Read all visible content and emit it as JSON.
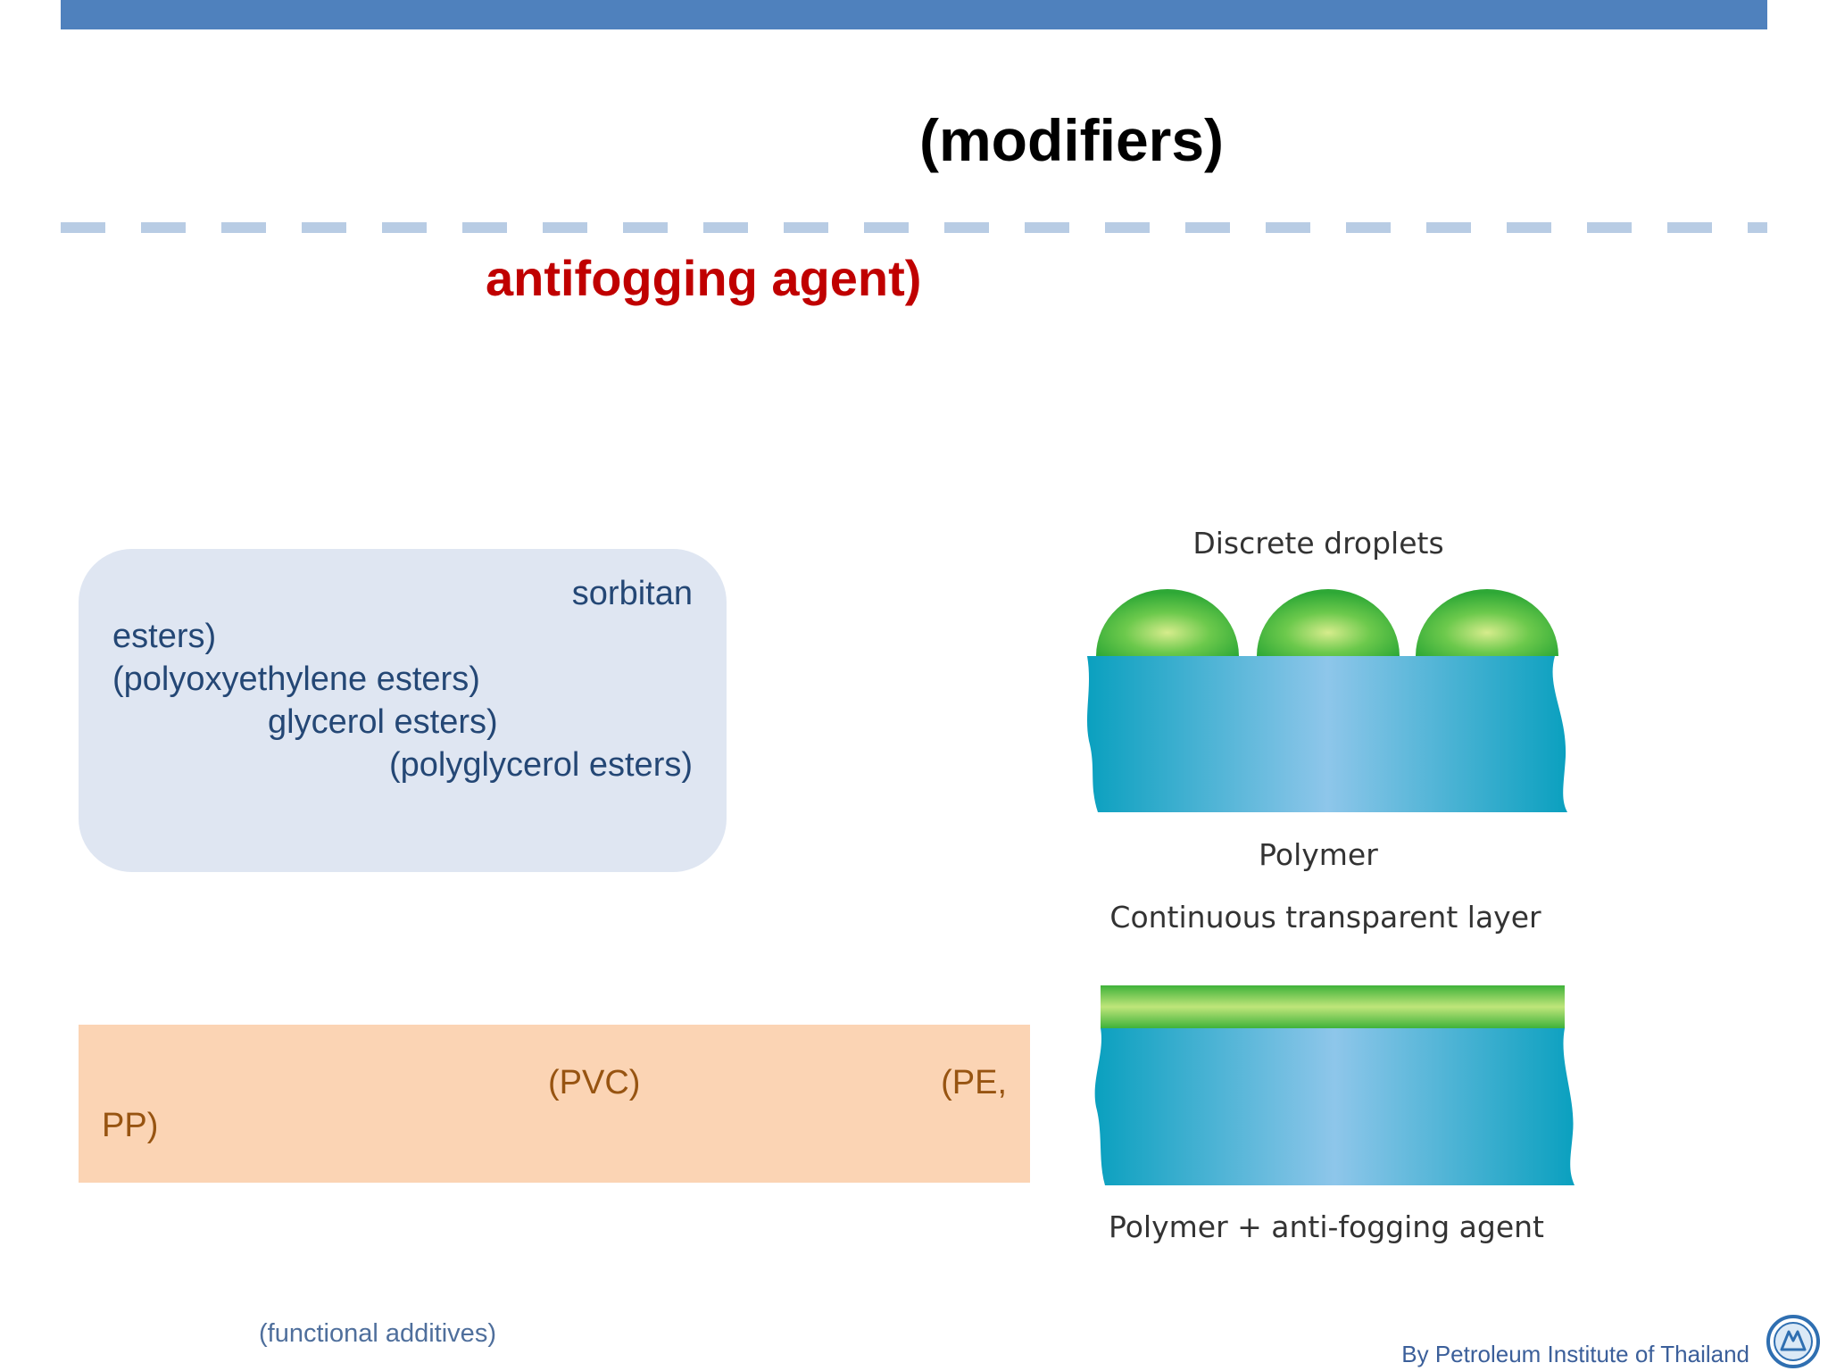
{
  "slide": {
    "title": "(modifiers)",
    "subtitle": "antifogging agent)"
  },
  "blue_box": {
    "lines": [
      "sorbitan",
      "esters)",
      "(polyoxyethylene  esters)",
      "glycerol esters)",
      "(polyglycerol esters)"
    ]
  },
  "peach_box": {
    "line1_a": "(PVC)",
    "line1_b": "(PE,",
    "line2": "PP)"
  },
  "diagram": {
    "top_label": "Discrete droplets",
    "polymer_label": "Polymer",
    "layer_label": "Continuous transparent layer",
    "bottom_label": "Polymer + anti-fogging agent"
  },
  "footer": {
    "note": "(functional additives)",
    "brand": "By Petroleum Institute of Thailand"
  },
  "colors": {
    "header_bar": "#4f81bd",
    "subtitle": "#c00000",
    "blue_box_bg": "#dfe6f2",
    "peach_box_bg": "#fbd4b4",
    "polymer": "#1ba6c4",
    "droplet": "#4cc24a"
  }
}
